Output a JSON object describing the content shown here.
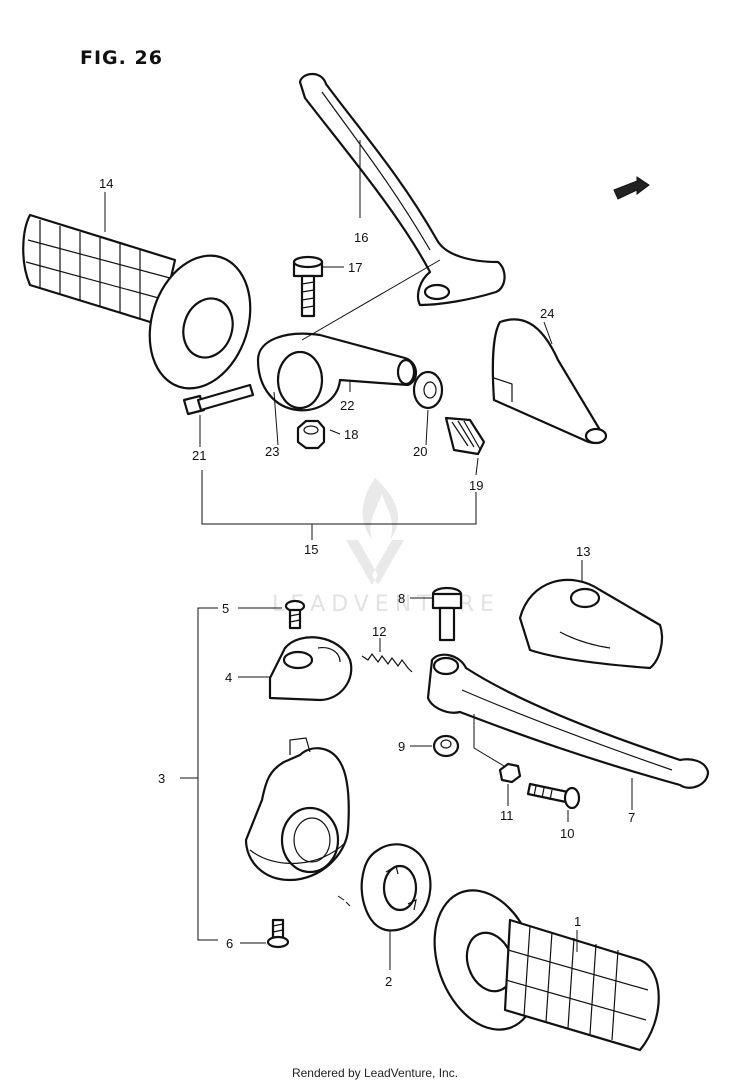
{
  "figure": {
    "title": "FIG. 26"
  },
  "watermark": {
    "text": "LEADVENTURE"
  },
  "footer": {
    "text": "Rendered by LeadVenture, Inc."
  },
  "callouts": {
    "c1": "1",
    "c2": "2",
    "c3": "3",
    "c4": "4",
    "c5": "5",
    "c6": "6",
    "c7": "7",
    "c8": "8",
    "c9": "9",
    "c10": "10",
    "c11": "11",
    "c12": "12",
    "c13": "13",
    "c14": "14",
    "c15": "15",
    "c16": "16",
    "c17": "17",
    "c18": "18",
    "c19": "19",
    "c20": "20",
    "c21": "21",
    "c22": "22",
    "c23": "23",
    "c24": "24"
  },
  "icons": {
    "front_arrow": "front-direction-arrow-icon",
    "watermark": "leadventure-logo-icon"
  }
}
